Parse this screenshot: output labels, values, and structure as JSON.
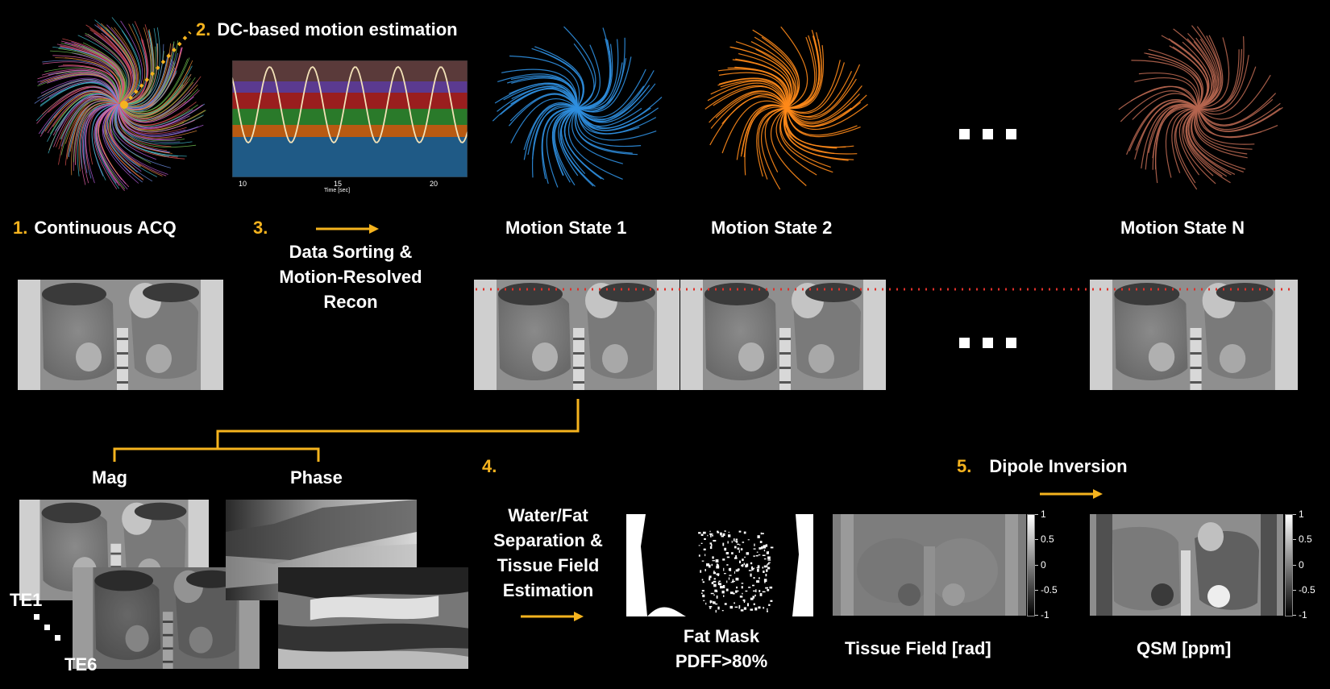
{
  "steps": {
    "s1": {
      "num": "1.",
      "label": "Continuous ACQ"
    },
    "s2": {
      "num": "2.",
      "label": "DC-based motion estimation"
    },
    "s3": {
      "num": "3.",
      "line1": "Data Sorting &",
      "line2": "Motion-Resolved",
      "line3": "Recon"
    },
    "s4": {
      "num": "4.",
      "line1": "Water/Fat",
      "line2": "Separation &",
      "line3": "Tissue Field",
      "line4": "Estimation"
    },
    "s5": {
      "num": "5.",
      "label": "Dipole Inversion"
    }
  },
  "motion_states": {
    "ms1": "Motion State 1",
    "ms2": "Motion State 2",
    "msn": "Motion State N"
  },
  "signal_plot": {
    "x_ticks": [
      "10",
      "15",
      "20"
    ],
    "x_label": "Time [sec]"
  },
  "labels": {
    "mag": "Mag",
    "phase": "Phase",
    "te1": "TE1",
    "te6": "TE6",
    "fat_mask_line1": "Fat Mask",
    "fat_mask_line2": "PDFF>80%",
    "tissue_field": "Tissue Field [rad]",
    "qsm": "QSM [ppm]"
  },
  "colorbar_ticks": [
    "1",
    "0.5",
    "0",
    "-0.5",
    "-1"
  ],
  "colors": {
    "accent": "#f5b31e",
    "state1": "#2f8fe0",
    "state2": "#ff8a1a",
    "stateN": "#b5654f",
    "dotted_line": "#e0302a"
  },
  "icons": {
    "ellipsis": "ellipsis-squares",
    "arrow": "right-arrow"
  }
}
